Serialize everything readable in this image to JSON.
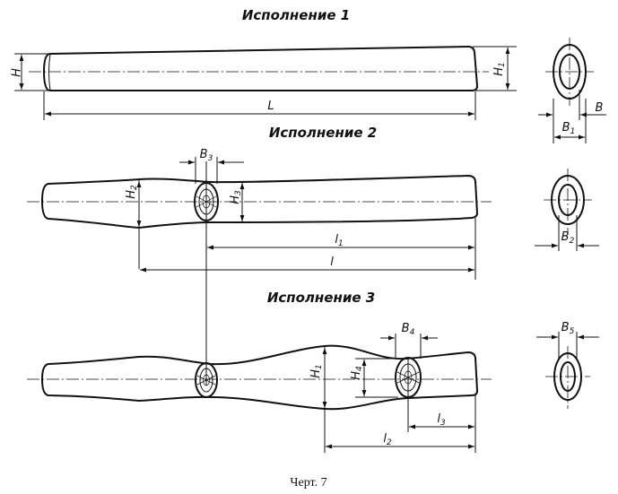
{
  "titles": {
    "v1": "Исполнение 1",
    "v2": "Исполнение 2",
    "v3": "Исполнение 3"
  },
  "caption": "Черт. 7",
  "dims": {
    "H": "H",
    "H1": {
      "base": "H",
      "sub": "1"
    },
    "H2": {
      "base": "H",
      "sub": "2"
    },
    "H3": {
      "base": "H",
      "sub": "3"
    },
    "H4": {
      "base": "H",
      "sub": "4"
    },
    "L": "L",
    "l": "l",
    "l1": {
      "base": "l",
      "sub": "1"
    },
    "l2": {
      "base": "l",
      "sub": "2"
    },
    "l3": {
      "base": "l",
      "sub": "3"
    },
    "B": "B",
    "B1": {
      "base": "B",
      "sub": "1"
    },
    "B2": {
      "base": "B",
      "sub": "2"
    },
    "B3": {
      "base": "B",
      "sub": "3"
    },
    "B4": {
      "base": "B",
      "sub": "4"
    },
    "B5": {
      "base": "B",
      "sub": "5"
    }
  }
}
